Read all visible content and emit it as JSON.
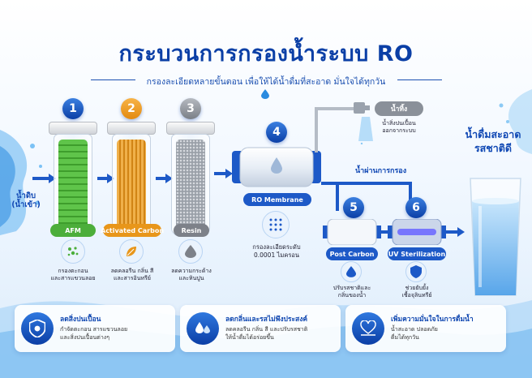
{
  "header": {
    "title": "กระบวนการกรองน้ำระบบ RO",
    "subtitle": "กรองละเอียดหลายขั้นตอน เพื่อให้ได้น้ำดื่มที่สะอาด มั่นใจได้ทุกวัน"
  },
  "inlet": {
    "label_line1": "น้ำดิบ",
    "label_line2": "(น้ำเข้า)"
  },
  "stages": [
    {
      "number": "1",
      "name": "AFM",
      "desc_line1": "กรองตะกอน",
      "desc_line2": "และสารแขวนลอย",
      "color": "#4cae3a"
    },
    {
      "number": "2",
      "name": "Activated Carbon",
      "desc_line1": "ลดคลอรีน กลิ่น สี",
      "desc_line2": "และสารอินทรีย์",
      "color": "#e8961a"
    },
    {
      "number": "3",
      "name": "Resin",
      "desc_line1": "ลดความกระด้าง",
      "desc_line2": "และหินปูน",
      "color": "#7d8189"
    },
    {
      "number": "4",
      "name": "RO Membrane",
      "desc_line1": "กรองละเอียดระดับ",
      "desc_line2": "0.0001 ไมครอน",
      "color": "#1d59c7"
    },
    {
      "number": "5",
      "name": "Post Carbon",
      "desc_line1": "ปรับรสชาติและ",
      "desc_line2": "กลิ่นของน้ำ",
      "color": "#1d59c7"
    },
    {
      "number": "6",
      "name": "UV Sterilization",
      "desc_line1": "ช่วยยับยั้ง",
      "desc_line2": "เชื้อจุลินทรีย์",
      "color": "#1d59c7"
    }
  ],
  "waste": {
    "label": "น้ำทิ้ง",
    "desc_line1": "น้ำสิ่งปนเปื้อน",
    "desc_line2": "ออกจากระบบ"
  },
  "permeate": {
    "label": "น้ำผ่านการกรอง"
  },
  "output": {
    "line1": "น้ำดื่มสะอาด",
    "line2": "รสชาติดี"
  },
  "benefits": [
    {
      "icon": "shield-virus-icon",
      "title": "ลดสิ่งปนเปื้อน",
      "desc_line1": "กำจัดตะกอน สารแขวนลอย",
      "desc_line2": "และสิ่งปนเปื้อนต่างๆ"
    },
    {
      "icon": "drops-icon",
      "title": "ลดกลิ่นและรสไม่พึงประสงค์",
      "desc_line1": "ลดคลอรีน กลิ่น สี และปรับรสชาติ",
      "desc_line2": "ให้น้ำดื่มได้อร่อยขึ้น"
    },
    {
      "icon": "heart-hand-icon",
      "title": "เพิ่มความมั่นใจในการดื่มน้ำ",
      "desc_line1": "น้ำสะอาด ปลอดภัย",
      "desc_line2": "ดื่มได้ทุกวัน"
    }
  ],
  "colors": {
    "primary": "#0b3fa6",
    "accent": "#1d59c7",
    "green": "#4cae3a",
    "orange": "#e8961a",
    "gray": "#7d8189"
  }
}
